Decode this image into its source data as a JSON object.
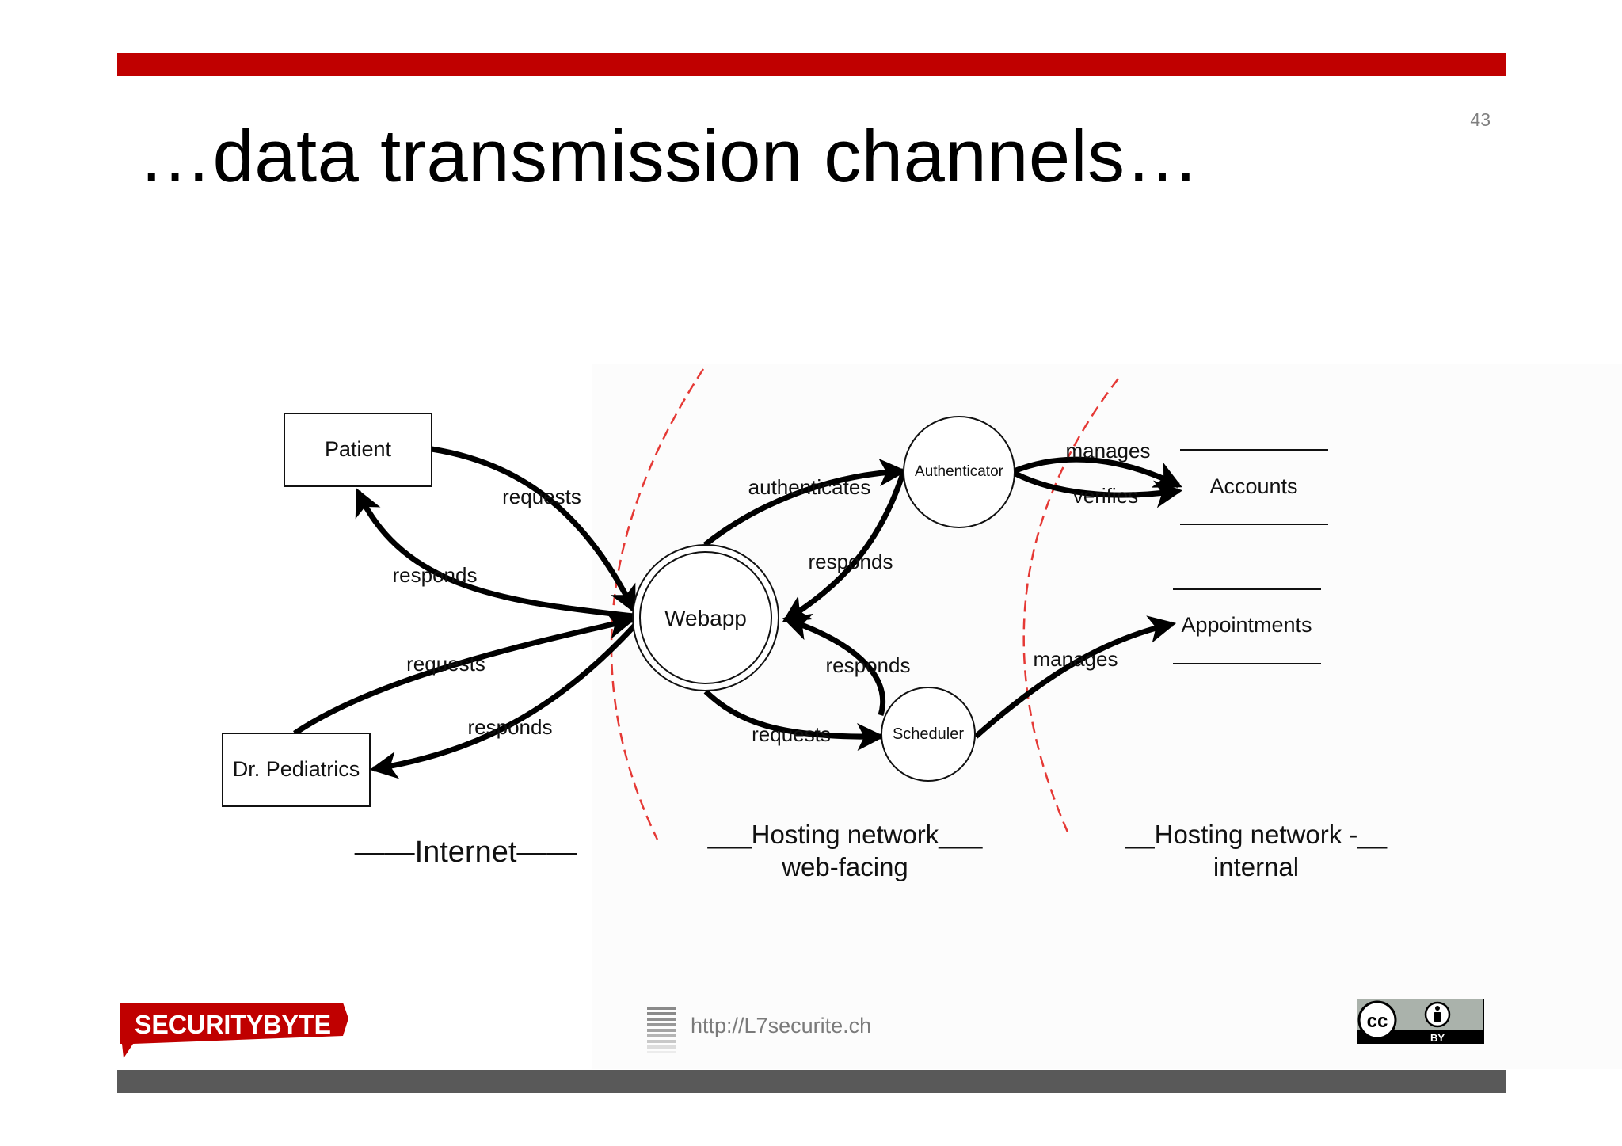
{
  "slide": {
    "title": "…data transmission channels…",
    "page_number": "43",
    "accent_color": "#c00000",
    "footer_bar_color": "#595959"
  },
  "diagram": {
    "external_entities": {
      "patient": "Patient",
      "dr_pediatrics": "Dr. Pediatrics"
    },
    "processes": {
      "webapp": "Webapp",
      "authenticator": "Authenticator",
      "scheduler": "Scheduler"
    },
    "data_stores": {
      "accounts": "Accounts",
      "appointments": "Appointments"
    },
    "flows": {
      "patient_requests": "requests",
      "patient_responds": "responds",
      "doctor_requests": "requests",
      "doctor_responds": "responds",
      "webapp_authenticates": "authenticates",
      "authenticator_responds": "responds",
      "scheduler_responds": "responds",
      "webapp_requests_scheduler": "requests",
      "authenticator_manages": "manages",
      "authenticator_verifies": "verifies",
      "scheduler_manages": "manages"
    },
    "zones": {
      "internet": "——Internet——",
      "web_facing_line1": "___Hosting network___",
      "web_facing_line2": "web-facing",
      "internal_line1": "__Hosting network -__",
      "internal_line2": "internal"
    },
    "trust_boundary_color": "#e53935"
  },
  "footer": {
    "url": "http://L7securite.ch",
    "logo_text": "SECURITYBYTE",
    "license_icon": "cc-by-icon",
    "license_cc": "cc",
    "license_by": "BY"
  }
}
